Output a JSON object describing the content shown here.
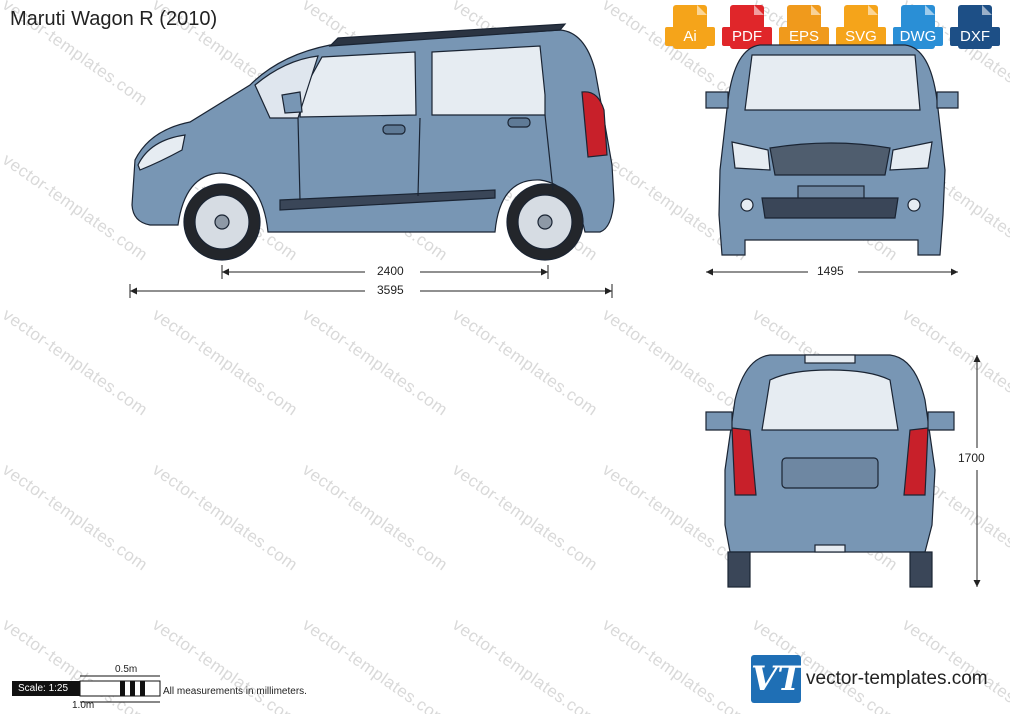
{
  "title": "Maruti Wagon R (2010)",
  "formats": [
    {
      "label": "Ai",
      "color": "#f5a41a"
    },
    {
      "label": "PDF",
      "color": "#e0262a"
    },
    {
      "label": "EPS",
      "color": "#f09a1c"
    },
    {
      "label": "SVG",
      "color": "#f5a41a"
    },
    {
      "label": "DWG",
      "color": "#2a8fd6"
    },
    {
      "label": "DXF",
      "color": "#1d4f86"
    }
  ],
  "dimensions": {
    "wheelbase": "2400",
    "length": "3595",
    "width": "1495",
    "height": "1700"
  },
  "scale": {
    "label": "Scale: 1:25",
    "half_meter": "0.5m",
    "one_meter": "1.0m"
  },
  "note": "All measurements in millimeters.",
  "watermark": "vector-templates.com",
  "logo": {
    "mark": "VT",
    "site": "vector-templates.com"
  },
  "colors": {
    "body": "#7896b4",
    "outline": "#1a2433",
    "glass": "#e6ecf2",
    "tail": "#c8202a"
  }
}
